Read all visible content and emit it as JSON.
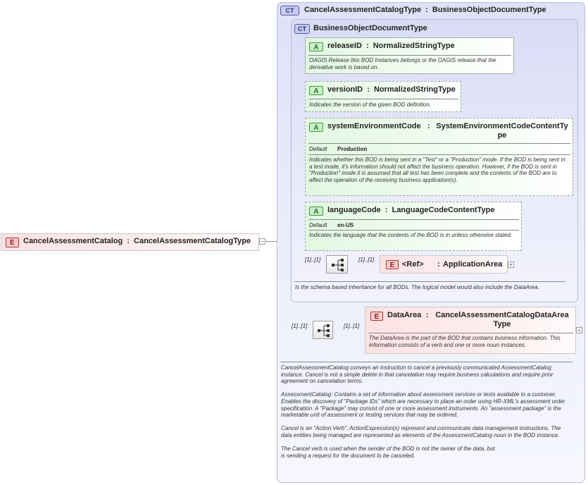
{
  "root_element": {
    "badge": "E",
    "name": "CancelAssessmentCatalog",
    "type": "CancelAssessmentCatalogType",
    "collapse": "−"
  },
  "complex_type": {
    "badge": "CT",
    "name": "CancelAssessmentCatalogType",
    "base": "BusinessObjectDocumentType",
    "docs": [
      "CancelAssessmentCatalog conveys an instruction to cancel a previously communicated AssessmentCatalog instance. Cancel is not a simple delete in that cancelation may require business calculations and require prior agreement on cancelation terms.",
      "AssessmentCatalog: Contains a set of information about assessment services or tests available to a customer. Enables the discovery of \"Package IDs\" which are necessary to place an order using HR-XML's assessment order specification. A \"Package\" may consist of one or more assessment instruments. An \"assessment package\" is the marketable unit of assessment or testing services that may be ordered.",
      "Cancel is an \"Action Verb\". ActionExpression(s) represent and communicate data management instructions. The data entities being managed are represented as elements of the AssessmentCatalog noun in the BOD instance.",
      "The Cancel verb is used when the sender of the BOD is not the owner of the data, but is sending a request for the document to be canceled."
    ]
  },
  "base_type": {
    "badge": "CT",
    "name": "BusinessObjectDocumentType",
    "doc": "Is the schema based inheritance for all BODs. The logical model would also include the DataArea."
  },
  "attributes": [
    {
      "badge": "A",
      "name": "releaseID",
      "type": "NormalizedStringType",
      "doc": "OAGIS Release this BOD Instances belongs or the OAGIS release that the derivative work is based on."
    },
    {
      "badge": "A",
      "name": "versionID",
      "type": "NormalizedStringType",
      "doc": "Indicates the version of the given BOD definition."
    },
    {
      "badge": "A",
      "name": "systemEnvironmentCode",
      "type_line1": "SystemEnvironmentCodeContentTy",
      "type_line2": "pe",
      "default_label": "Default",
      "default_value": "Production",
      "doc": "Indicates whether this BOD is being sent in a \"Test\" or a \"Production\" mode. If the BOD is being sent in a test mode, it's information should not affect the business operation. However, if the BOD is sent in \"Production\" mode it is assumed that all test has been complete and the contents of the BOD are to affect the operation of the receiving business application(s)."
    },
    {
      "badge": "A",
      "name": "languageCode",
      "type": "LanguageCodeContentType",
      "default_label": "Default",
      "default_value": "en-US",
      "doc": "Indicates the language that the contents of the BOD is in unless otherwise stated."
    }
  ],
  "application_area": {
    "seq_cardinality": "[1]..[1]",
    "cardinality": "[1]..[1]",
    "badge": "E",
    "ref": "<Ref>",
    "name": "ApplicationArea",
    "expand": "+"
  },
  "data_area": {
    "seq_cardinality": "[1]..[1]",
    "cardinality": "[1]..[1]",
    "badge": "E",
    "name": "DataArea",
    "type_line1": "CancelAssessmentCatalogDataArea",
    "type_line2": "Type",
    "doc": "The DataArea is the part of the BOD that contains business information. This information consists of a verb and one or more noun instances.",
    "expand": "+"
  },
  "separator": ":"
}
